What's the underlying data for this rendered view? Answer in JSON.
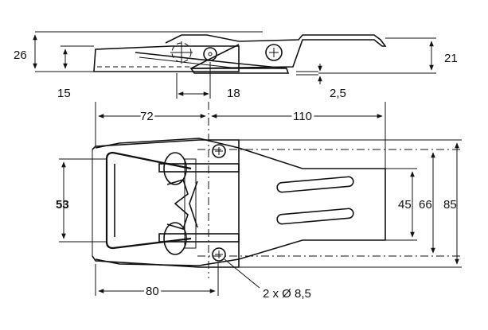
{
  "dimensions": {
    "d26": "26",
    "d15": "15",
    "d18": "18",
    "d2_5": "2,5",
    "d21": "21",
    "d72": "72",
    "d110": "110",
    "d53": "53",
    "d45": "45",
    "d66": "66",
    "d85": "85",
    "d80": "80",
    "holes": "2 x Ø 8,5"
  },
  "colors": {
    "ink": "#111111",
    "background": "#ffffff"
  }
}
